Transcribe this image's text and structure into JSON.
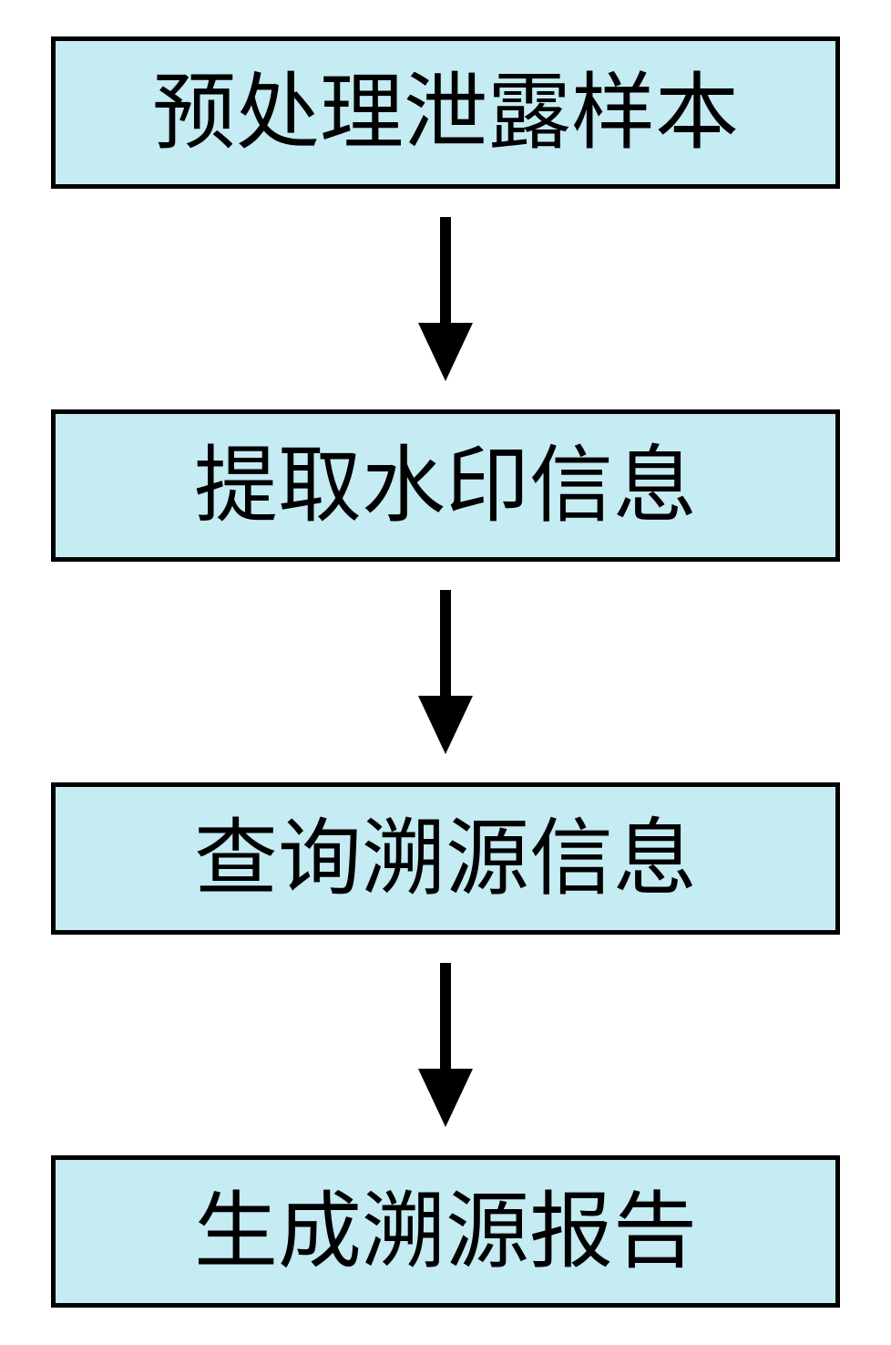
{
  "diagram": {
    "type": "flowchart",
    "direction": "top-to-bottom",
    "colors": {
      "box_fill": "#c5ebf3",
      "box_border": "#000000",
      "arrow": "#000000",
      "background": "#ffffff"
    },
    "steps": [
      {
        "label": "预处理泄露样本"
      },
      {
        "label": "提取水印信息"
      },
      {
        "label": "查询溯源信息"
      },
      {
        "label": "生成溯源报告"
      }
    ]
  }
}
